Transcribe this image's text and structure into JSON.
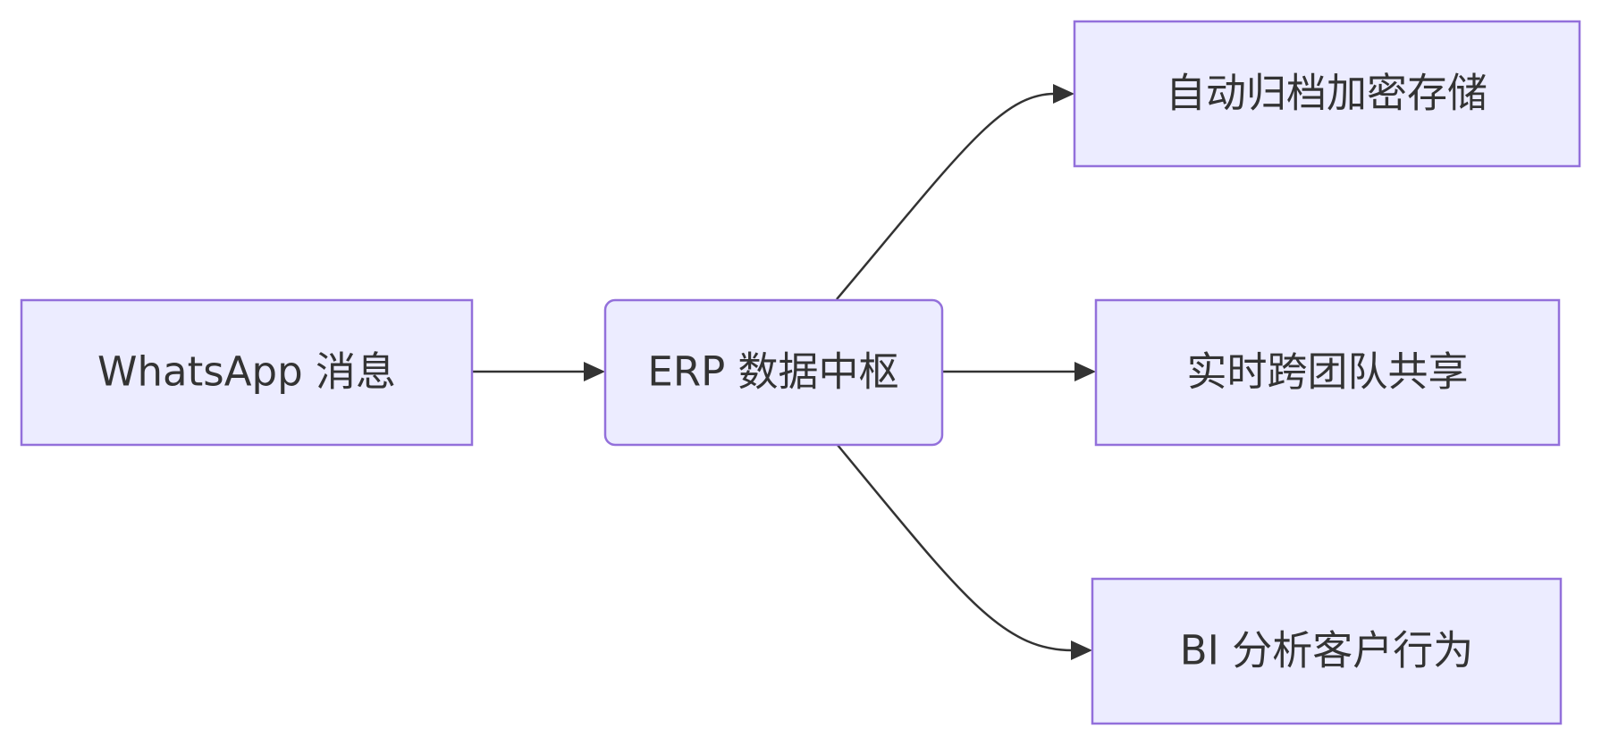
{
  "diagram": {
    "type": "flowchart",
    "direction": "left-to-right",
    "colors": {
      "node_fill": "#ececff",
      "node_stroke": "#9370db",
      "edge": "#333333",
      "text": "#333333",
      "background": "#ffffff"
    },
    "nodes": {
      "source": {
        "label": "WhatsApp 消息",
        "shape": "rectangle"
      },
      "hub": {
        "label": "ERP 数据中枢",
        "shape": "rounded-rectangle"
      },
      "archive": {
        "label": "自动归档加密存储",
        "shape": "rectangle"
      },
      "share": {
        "label": "实时跨团队共享",
        "shape": "rectangle"
      },
      "analytics": {
        "label": "BI 分析客户行为",
        "shape": "rectangle"
      }
    },
    "edges": [
      {
        "from": "source",
        "to": "hub"
      },
      {
        "from": "hub",
        "to": "archive"
      },
      {
        "from": "hub",
        "to": "share"
      },
      {
        "from": "hub",
        "to": "analytics"
      }
    ]
  }
}
